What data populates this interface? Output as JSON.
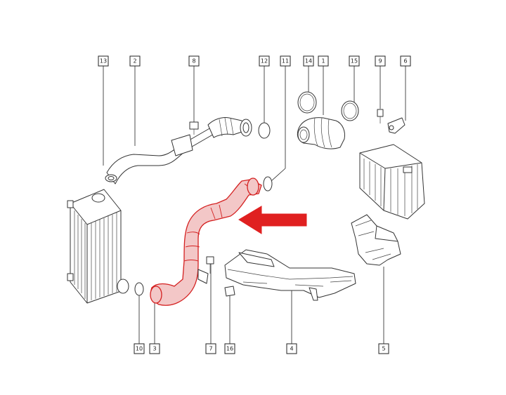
{
  "diagram": {
    "callouts": [
      {
        "id": "c13",
        "label": "13"
      },
      {
        "id": "c2",
        "label": "2"
      },
      {
        "id": "c8",
        "label": "8"
      },
      {
        "id": "c12",
        "label": "12"
      },
      {
        "id": "c11",
        "label": "11"
      },
      {
        "id": "c14",
        "label": "14"
      },
      {
        "id": "c1",
        "label": "1"
      },
      {
        "id": "c15",
        "label": "15"
      },
      {
        "id": "c9",
        "label": "9"
      },
      {
        "id": "c6",
        "label": "6"
      },
      {
        "id": "c10",
        "label": "10"
      },
      {
        "id": "c3",
        "label": "3"
      },
      {
        "id": "c7",
        "label": "7"
      },
      {
        "id": "c16",
        "label": "16"
      },
      {
        "id": "c4",
        "label": "4"
      },
      {
        "id": "c5",
        "label": "5"
      }
    ],
    "highlight_color": "#d42020",
    "line_color": "#333333",
    "arrow_icon": "red-arrow-left-icon"
  }
}
